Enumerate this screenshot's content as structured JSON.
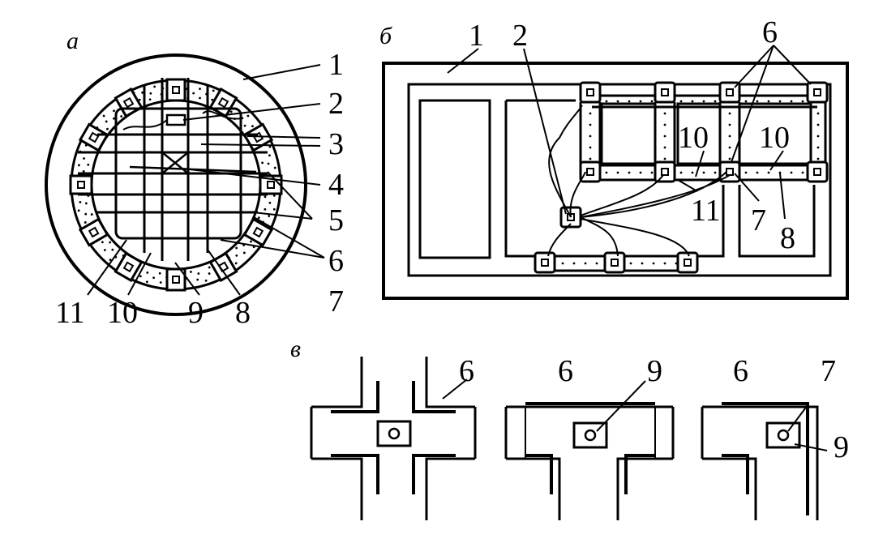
{
  "panels": {
    "a": {
      "letter": "а",
      "callouts": [
        "1",
        "2",
        "3",
        "4",
        "5",
        "6",
        "7"
      ],
      "bottom_labels": [
        "11",
        "10",
        "9",
        "8"
      ]
    },
    "b": {
      "letter": "б",
      "labels": [
        "1",
        "2",
        "6",
        "10",
        "10",
        "11",
        "7",
        "8"
      ]
    },
    "v": {
      "letter": "в",
      "details": [
        {
          "kind": "cross",
          "labels": [
            "6"
          ]
        },
        {
          "kind": "tee",
          "labels": [
            "6",
            "9"
          ]
        },
        {
          "kind": "corner",
          "labels": [
            "6",
            "7",
            "9"
          ]
        }
      ]
    }
  }
}
